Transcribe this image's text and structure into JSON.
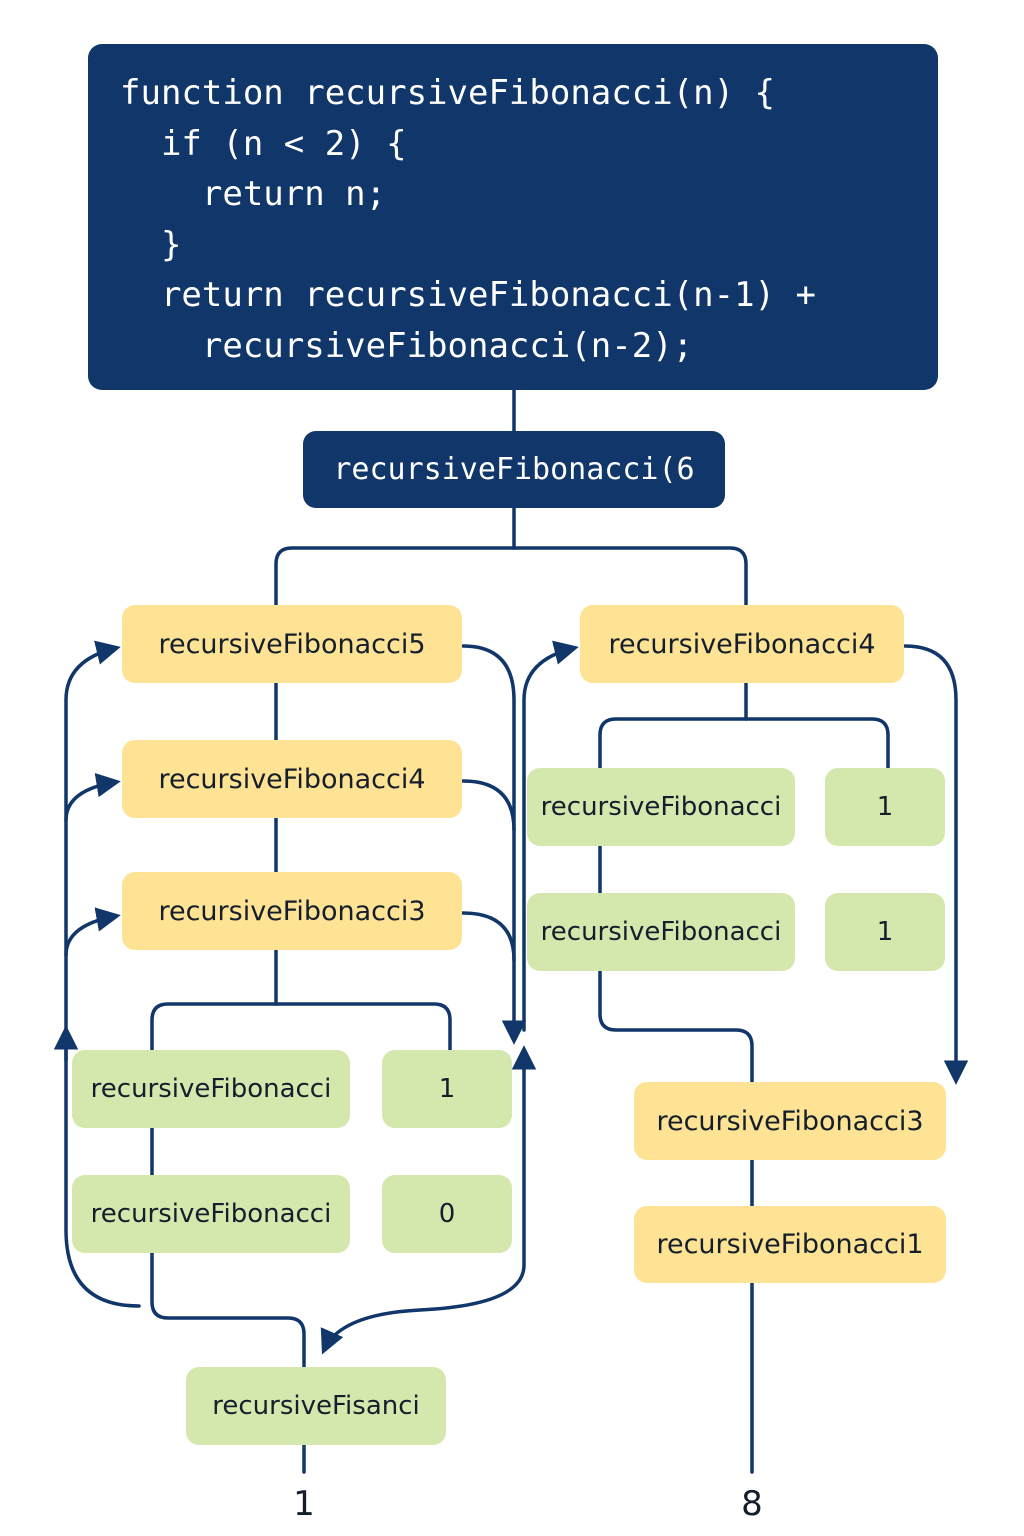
{
  "code": {
    "lines": [
      "function recursiveFibonacci(n) {",
      "  if (n < 2) {",
      "    return n;",
      "  }",
      "  return recursiveFibonacci(n-1) +",
      "    recursiveFibonacci(n-2);"
    ]
  },
  "root": {
    "label": "recursiveFibonacci(6"
  },
  "left_branch": {
    "chain": [
      "recursiveFibonacci5",
      "recursiveFibonacci4",
      "recursiveFibonacci3"
    ],
    "leaves": [
      {
        "call": "recursiveFibonacci",
        "value": "1"
      },
      {
        "call": "recursiveFibonacci",
        "value": "0"
      }
    ],
    "bottom": "recursiveFisanci",
    "result": "1"
  },
  "right_branch": {
    "top": "recursiveFibonacci4",
    "leaves": [
      {
        "call": "recursiveFibonacci",
        "value": "1"
      },
      {
        "call": "recursiveFibonacci",
        "value": "1"
      }
    ],
    "lower": [
      "recursiveFibonacci3",
      "recursiveFibonacci1"
    ],
    "result": "8"
  },
  "colors": {
    "navy": "#10366a",
    "yellow": "#fde393",
    "green": "#d4e8ae",
    "line": "#10366a"
  }
}
